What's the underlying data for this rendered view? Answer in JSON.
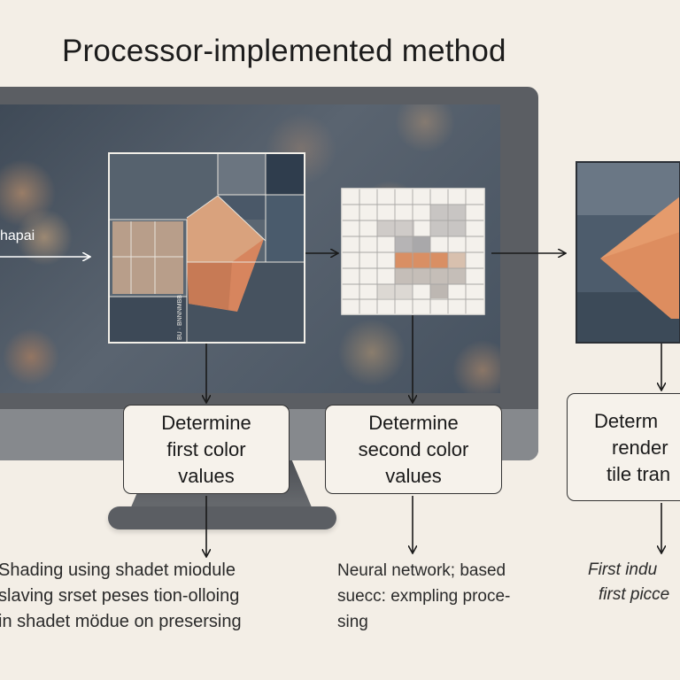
{
  "title": "Processor-implemented method",
  "input_label": "hapai",
  "tile_text": "BU · BNNNMBB",
  "steps": [
    {
      "lines": [
        "Determine",
        "first color",
        "values"
      ]
    },
    {
      "lines": [
        "Determine",
        "second color",
        "values"
      ]
    },
    {
      "lines": [
        "Determ",
        "render",
        "tile tran"
      ]
    }
  ],
  "notes": [
    {
      "lines": [
        "Shading using shadet miodule",
        "slaving srset peses tion-olloing",
        "in shadet mödue on presersing"
      ]
    },
    {
      "lines": [
        "Neural network; based",
        "suecc: exmpling proce-",
        "sing"
      ]
    },
    {
      "lines": [
        "First indu",
        "first picce"
      ]
    }
  ]
}
